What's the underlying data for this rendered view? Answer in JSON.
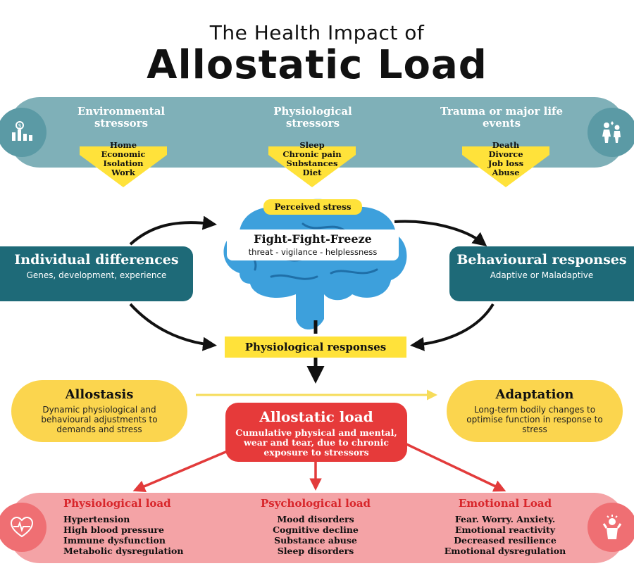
{
  "title": {
    "line1": "The Health Impact of",
    "line2": "Allostatic Load"
  },
  "stressors": [
    {
      "title": "Environmental stressors",
      "items": [
        "Home",
        "Economic",
        "Isolation",
        "Work"
      ]
    },
    {
      "title": "Physiological stressors",
      "items": [
        "Sleep",
        "Chronic pain",
        "Substances",
        "Diet"
      ]
    },
    {
      "title": "Trauma or major life events",
      "items": [
        "Death",
        "Divorce",
        "Job loss",
        "Abuse"
      ]
    }
  ],
  "brain": {
    "perceived": "Perceived stress",
    "heading": "Fight-Fight-Freeze",
    "sub": "threat - vigilance - helplessness"
  },
  "individual": {
    "title": "Individual differences",
    "sub": "Genes, development, experience"
  },
  "behavioural": {
    "title": "Behavioural responses",
    "sub": "Adaptive or Maladaptive"
  },
  "physiological_responses": "Physiological responses",
  "allostasis": {
    "title": "Allostasis",
    "sub": "Dynamic physiological and behavioural adjustments to demands and stress"
  },
  "adaptation": {
    "title": "Adaptation",
    "sub": "Long-term bodily changes to optimise function in response to stress"
  },
  "allostatic_load": {
    "title": "Allostatic load",
    "sub": "Cumulative physical and mental, wear and tear, due to chronic exposure to stressors"
  },
  "loads": [
    {
      "title": "Physiological load",
      "items": [
        "Hypertension",
        "High blood pressure",
        "Immune dysfunction",
        "Metabolic dysregulation"
      ]
    },
    {
      "title": "Psychological load",
      "items": [
        "Mood disorders",
        "Cognitive decline",
        "Substance abuse",
        "Sleep disorders"
      ]
    },
    {
      "title": "Emotional Load",
      "items": [
        "Fear. Worry. Anxiety.",
        "Emotional reactivity",
        "Decreased resilience",
        "Emotional dysregulation"
      ]
    }
  ],
  "icons": {
    "top_left": "money-chart-icon",
    "top_right": "family-icon",
    "bottom_left": "heart-pulse-icon",
    "bottom_right": "stressed-person-icon",
    "brain": "brain-icon"
  },
  "colors": {
    "teal_band": "#7fb0b8",
    "teal_dark": "#1e6a78",
    "yellow": "#ffe23a",
    "oval_yellow": "#fbd54e",
    "red": "#e63a3a",
    "pink_band": "#f4a3a6",
    "brain_blue": "#3da0dc"
  }
}
